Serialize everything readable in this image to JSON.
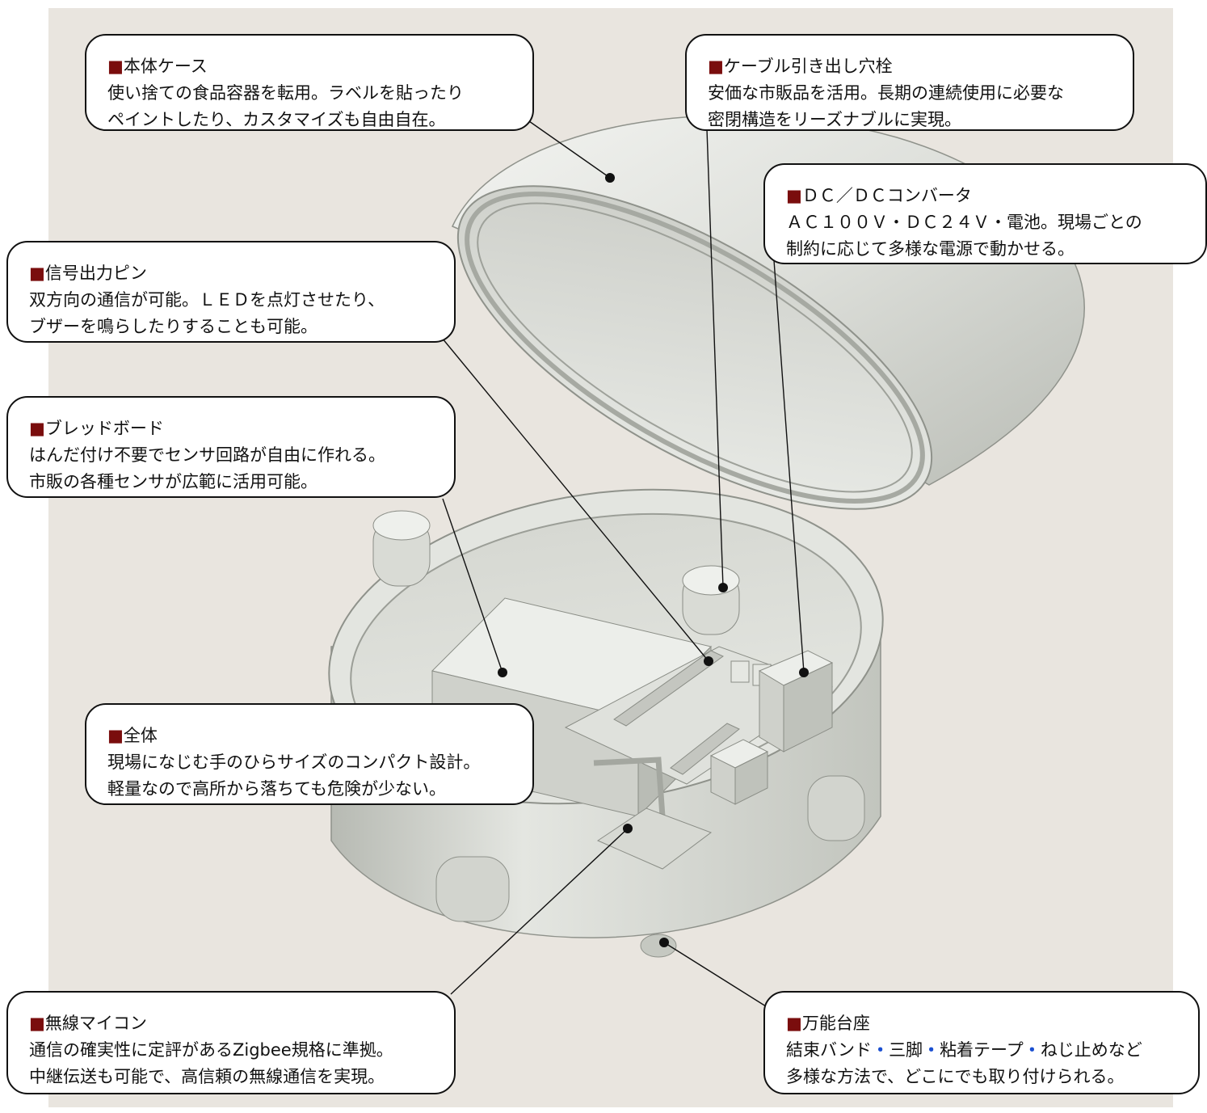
{
  "callouts": {
    "case": {
      "title": "本体ケース",
      "lines": [
        "使い捨ての食品容器を転用。ラベルを貼ったり",
        "ペイントしたり、カスタマイズも自由自在。"
      ]
    },
    "cable": {
      "title": "ケーブル引き出し穴栓",
      "lines": [
        "安価な市販品を活用。長期の連続使用に必要な",
        "密閉構造をリーズナブルに実現。"
      ]
    },
    "dcdc": {
      "title": "ＤＣ／ＤＣコンバータ",
      "lines": [
        "ＡＣ１００Ｖ・ＤＣ２４Ｖ・電池。現場ごとの",
        "制約に応じて多様な電源で動かせる。"
      ]
    },
    "signal": {
      "title": "信号出力ピン",
      "lines": [
        "双方向の通信が可能。ＬＥＤを点灯させたり、",
        "ブザーを鳴らしたりすることも可能。"
      ]
    },
    "breadboard": {
      "title": "ブレッドボード",
      "lines": [
        "はんだ付け不要でセンサ回路が自由に作れる。",
        "市販の各種センサが広範に活用可能。"
      ]
    },
    "whole": {
      "title": "全体",
      "lines": [
        "現場になじむ手のひらサイズのコンパクト設計。",
        "軽量なので高所から落ちても危険が少ない。"
      ]
    },
    "wireless": {
      "title": "無線マイコン",
      "lines": [
        "通信の確実性に定評があるZigbee規格に準拠。",
        "中継伝送も可能で、高信頼の無線通信を実現。"
      ]
    },
    "mount": {
      "title": "万能台座",
      "line1_parts": [
        "結束バンド",
        "三脚",
        "粘着テープ",
        "ねじ止めなど"
      ],
      "separator": "・",
      "line2": "多様な方法で、どこにでも取り付けられる。"
    },
    "marker": "■"
  }
}
